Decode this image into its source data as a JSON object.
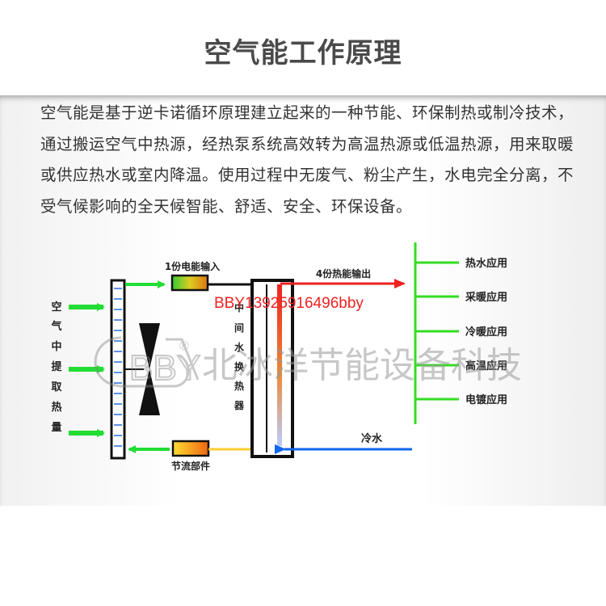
{
  "header": {
    "title": "空气能工作原理"
  },
  "intro": {
    "paragraph": "空气能是基于逆卡诺循环原理建立起来的一种节能、环保制热或制冷技术，通过搬运空气中热源，经热泵系统高效转为高温热源或低温热源，用来取暖或供应热水或室内降温。使用过程中无废气、粉尘产生，水电完全分离，不受气候影响的全天候智能、舒适、安全、环保设备。"
  },
  "diagram": {
    "air_label": [
      "空",
      "气",
      "中",
      "提",
      "取",
      "热",
      "量"
    ],
    "electric_input": "1份电能输入",
    "heat_output": "4份热能输出",
    "exchanger_label": [
      "中",
      "间",
      "水",
      "换",
      "热",
      "器"
    ],
    "throttle": "节流部件",
    "cold_water": "冷水",
    "applications": [
      "热水应用",
      "采暖应用",
      "冷暖应用",
      "高温应用",
      "电镀应用"
    ]
  },
  "watermark": {
    "phone": "BBY13925916496bby",
    "company": "北冰洋节能设备科技",
    "logo_letters": "BBY",
    "registered": "®"
  },
  "colors": {
    "green_arrow": "#22dd33",
    "red_pipe": "#ee2222",
    "blue_pipe": "#1166ee",
    "app_branch": "#33dd22"
  }
}
